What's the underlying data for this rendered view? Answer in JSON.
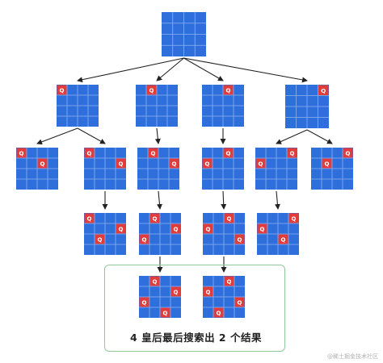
{
  "diagram": {
    "queen_glyph": "Q",
    "board_size": 4,
    "board_color": "#2f6fdc",
    "grid_line_color": "#8fb2f0",
    "queen_color": "#e13c3c",
    "queen_text_color": "#ffffff",
    "arrow_color": "#222222",
    "result_border_color": "#8fc99b",
    "caption": "4  皇后最后搜索出  2  个结果",
    "watermark": "@稀土掘金技术社区",
    "boards": [
      {
        "id": "root",
        "queens": []
      },
      {
        "id": "l1-a",
        "queens": [
          [
            0,
            0
          ]
        ]
      },
      {
        "id": "l1-b",
        "queens": [
          [
            0,
            1
          ]
        ]
      },
      {
        "id": "l1-c",
        "queens": [
          [
            0,
            2
          ]
        ]
      },
      {
        "id": "l1-d",
        "queens": [
          [
            0,
            3
          ]
        ]
      },
      {
        "id": "l2-a",
        "queens": [
          [
            0,
            0
          ],
          [
            1,
            2
          ]
        ]
      },
      {
        "id": "l2-b",
        "queens": [
          [
            0,
            0
          ],
          [
            1,
            3
          ]
        ]
      },
      {
        "id": "l2-c",
        "queens": [
          [
            0,
            1
          ],
          [
            1,
            3
          ]
        ]
      },
      {
        "id": "l2-d",
        "queens": [
          [
            0,
            2
          ],
          [
            1,
            0
          ]
        ]
      },
      {
        "id": "l2-e",
        "queens": [
          [
            0,
            3
          ],
          [
            1,
            0
          ]
        ]
      },
      {
        "id": "l2-f",
        "queens": [
          [
            0,
            3
          ],
          [
            1,
            1
          ]
        ]
      },
      {
        "id": "l3-a",
        "queens": [
          [
            0,
            0
          ],
          [
            1,
            3
          ],
          [
            2,
            1
          ]
        ]
      },
      {
        "id": "l3-b",
        "queens": [
          [
            0,
            1
          ],
          [
            1,
            3
          ],
          [
            2,
            0
          ]
        ]
      },
      {
        "id": "l3-c",
        "queens": [
          [
            0,
            2
          ],
          [
            1,
            0
          ],
          [
            2,
            3
          ]
        ]
      },
      {
        "id": "l3-d",
        "queens": [
          [
            0,
            3
          ],
          [
            1,
            0
          ],
          [
            2,
            2
          ]
        ]
      },
      {
        "id": "sol-a",
        "queens": [
          [
            0,
            1
          ],
          [
            1,
            3
          ],
          [
            2,
            0
          ],
          [
            3,
            2
          ]
        ]
      },
      {
        "id": "sol-b",
        "queens": [
          [
            0,
            2
          ],
          [
            1,
            0
          ],
          [
            2,
            3
          ],
          [
            3,
            1
          ]
        ]
      }
    ],
    "edges": [
      [
        "root",
        "l1-a"
      ],
      [
        "root",
        "l1-b"
      ],
      [
        "root",
        "l1-c"
      ],
      [
        "root",
        "l1-d"
      ],
      [
        "l1-a",
        "l2-a"
      ],
      [
        "l1-a",
        "l2-b"
      ],
      [
        "l1-b",
        "l2-c"
      ],
      [
        "l1-c",
        "l2-d"
      ],
      [
        "l1-d",
        "l2-e"
      ],
      [
        "l1-d",
        "l2-f"
      ],
      [
        "l2-b",
        "l3-a"
      ],
      [
        "l2-c",
        "l3-b"
      ],
      [
        "l2-d",
        "l3-c"
      ],
      [
        "l2-e",
        "l3-d"
      ],
      [
        "l3-b",
        "sol-a"
      ],
      [
        "l3-c",
        "sol-b"
      ]
    ]
  }
}
